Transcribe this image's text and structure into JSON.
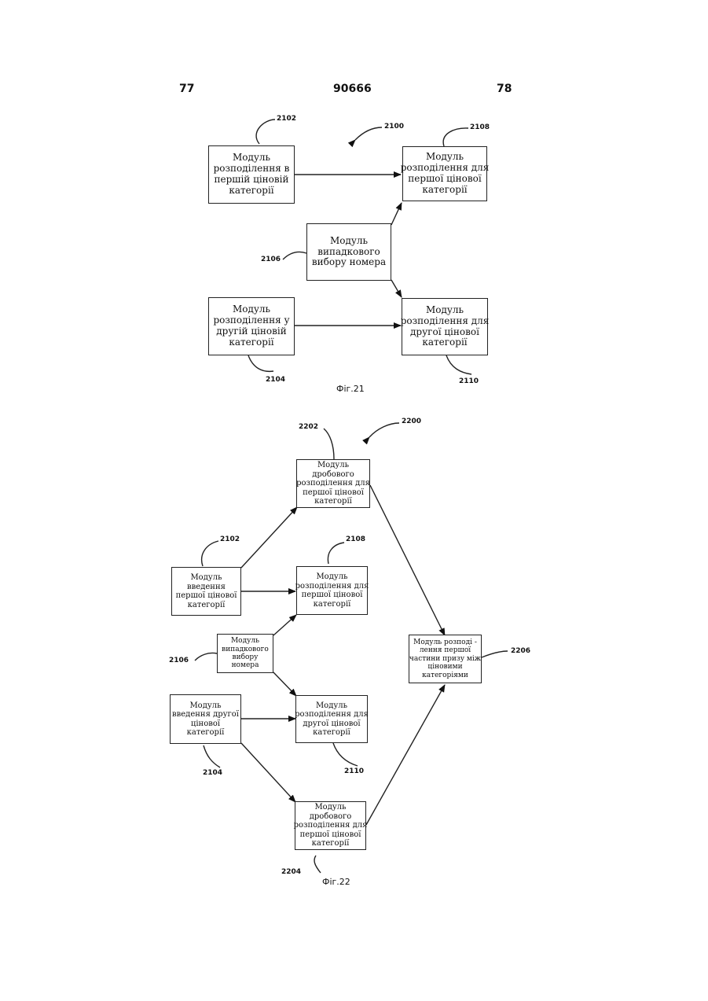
{
  "header": {
    "left_page": "77",
    "patent_number": "90666",
    "right_page": "78"
  },
  "fig21": {
    "caption": "Фіг.21",
    "ref_figure": "2100",
    "box_2102": {
      "ref": "2102",
      "lines": [
        "Модуль",
        "розподілення в",
        "першій ціновій",
        "категорії"
      ]
    },
    "box_2108": {
      "ref": "2108",
      "lines": [
        "Модуль",
        "розподілення для",
        "першої цінової",
        "категорії"
      ]
    },
    "box_2106": {
      "ref": "2106",
      "lines": [
        "Модуль",
        "випадкового",
        "вибору номера"
      ]
    },
    "box_2104": {
      "ref": "2104",
      "lines": [
        "Модуль",
        "розподілення у",
        "другій ціновій",
        "категорії"
      ]
    },
    "box_2110": {
      "ref": "2110",
      "lines": [
        "Модуль",
        "розподілення для",
        "другої цінової",
        "категорії"
      ]
    }
  },
  "fig22": {
    "caption": "Фіг.22",
    "ref_figure": "2200",
    "box_2202": {
      "ref": "2202",
      "lines": [
        "Модуль",
        "дробового",
        "розподілення для",
        "першої цінової",
        "категорії"
      ]
    },
    "box_2102": {
      "ref": "2102",
      "lines": [
        "Модуль",
        "введення",
        "першої цінової",
        "категорії"
      ]
    },
    "box_2108": {
      "ref": "2108",
      "lines": [
        "Модуль",
        "розподілення для",
        "першої цінової",
        "категорії"
      ]
    },
    "box_2106": {
      "ref": "2106",
      "lines": [
        "Модуль",
        "випадкового",
        "вибору",
        "номера"
      ]
    },
    "box_2206": {
      "ref": "2206",
      "lines": [
        "Модуль розподі -",
        "лення першої",
        "частини призу між",
        "ціновими",
        "категоріями"
      ]
    },
    "box_2104": {
      "ref": "2104",
      "lines": [
        "Модуль",
        "введення другої",
        "цінової",
        "категорії"
      ]
    },
    "box_2110": {
      "ref": "2110",
      "lines": [
        "Модуль",
        "розподілення для",
        "другої цінової",
        "категорії"
      ]
    },
    "box_2204": {
      "ref": "2204",
      "lines": [
        "Модуль",
        "дробового",
        "розподілення для",
        "першої цінової",
        "категорії"
      ]
    }
  }
}
